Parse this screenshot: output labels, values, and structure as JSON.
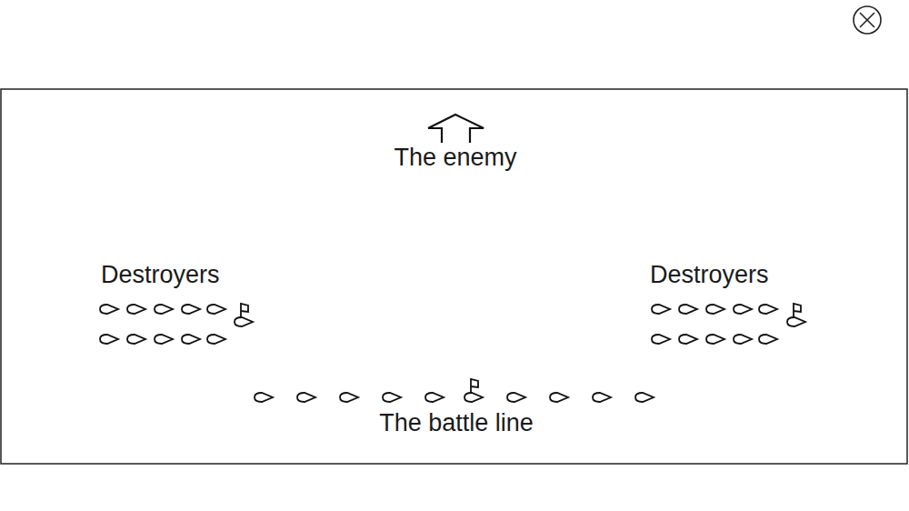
{
  "diagram": {
    "labels": [
      "The enemy",
      "Destroyers",
      "Destroyers",
      "The battle line"
    ]
  }
}
